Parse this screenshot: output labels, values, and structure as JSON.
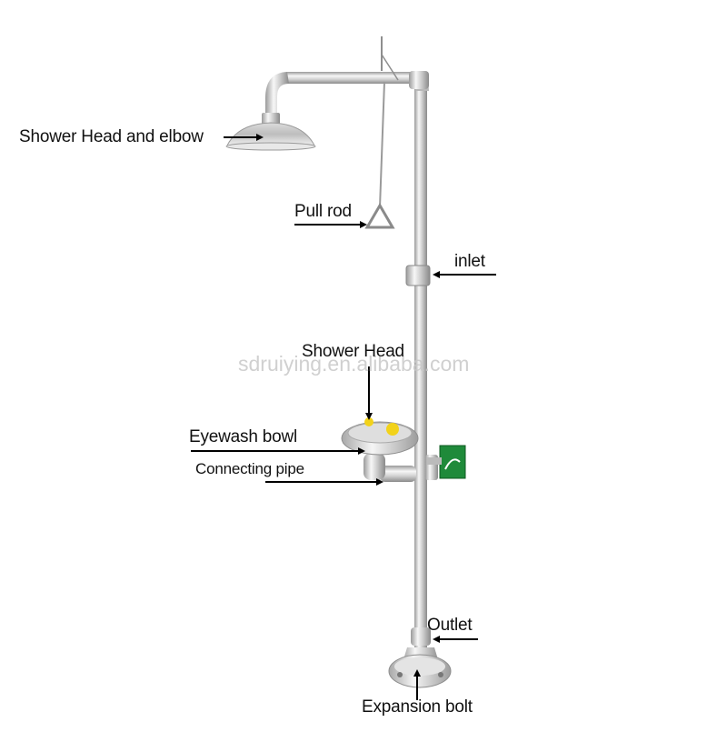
{
  "labels": {
    "shower_head_elbow": "Shower Head and elbow",
    "pull_rod": "Pull rod",
    "inlet": "inlet",
    "shower_head": "Shower Head",
    "eyewash_bowl": "Eyewash bowl",
    "connecting_pipe": "Connecting pipe",
    "outlet": "Outlet",
    "expansion_bolt": "Expansion bolt"
  },
  "watermark": "sdruiying.en.alibaba.com",
  "colors": {
    "steel_light": "#f2f2f2",
    "steel_mid": "#c4c4c4",
    "steel_dark": "#8e8e8e",
    "sign_green": "#1f8a3a",
    "nozzle_yellow": "#f2d21a",
    "arrow": "#000000"
  }
}
